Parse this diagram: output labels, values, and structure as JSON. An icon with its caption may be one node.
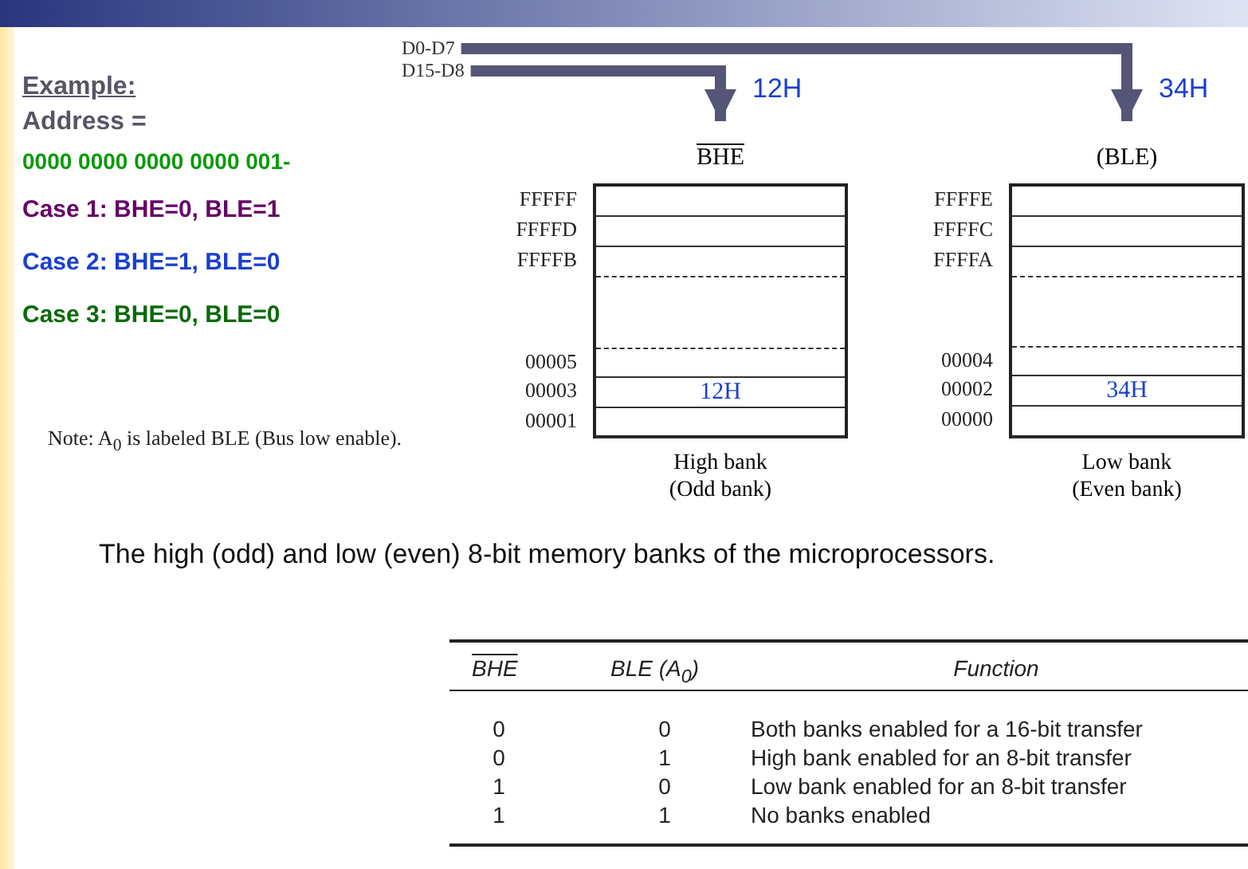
{
  "diagram": {
    "nodes": [
      {
        "text": [
          "D0-D7"
        ]
      },
      {
        "text": [
          "D15-D8"
        ]
      },
      {
        "text": [
          "BHE"
        ],
        "beside": [
          "High bank (Odd bank)"
        ]
      },
      {
        "text": [],
        "shape": "box",
        "in": 2,
        "beside": [
          "FFFFF"
        ]
      },
      {
        "text": [],
        "shape": "box",
        "in": 2,
        "beside": [
          "FFFFD"
        ]
      },
      {
        "text": [],
        "shape": "box",
        "in": 2,
        "beside": [
          "FFFFB"
        ]
      },
      {
        "text": [],
        "shape": "box",
        "in": 2,
        "beside": [
          "00005"
        ]
      },
      {
        "text": [
          "12H"
        ],
        "in": 2,
        "beside": [
          "00003"
        ]
      },
      {
        "text": [],
        "shape": "box",
        "in": 2,
        "beside": [
          "00001"
        ]
      },
      {
        "text": [
          "(BLE)"
        ],
        "beside": [
          "Low bank (Even bank)"
        ]
      },
      {
        "text": [],
        "shape": "box",
        "in": 9,
        "beside": [
          "FFFFE"
        ]
      },
      {
        "text": [],
        "shape": "box",
        "in": 9,
        "beside": [
          "FFFFC"
        ]
      },
      {
        "text": [],
        "shape": "box",
        "in": 9,
        "beside": [
          "FFFFA"
        ]
      },
      {
        "text": [],
        "shape": "box",
        "in": 9,
        "beside": [
          "00004"
        ]
      },
      {
        "text": [
          "34H"
        ],
        "in": 9,
        "beside": [
          "00002"
        ]
      },
      {
        "text": [],
        "shape": "box",
        "in": 9,
        "beside": [
          "00000"
        ]
      }
    ],
    "edges": [
      {
        "from": 1,
        "to": 2,
        "arrow": "to",
        "label": "12H"
      },
      {
        "from": 0,
        "to": 9,
        "arrow": "to",
        "label": "34H"
      }
    ],
    "labels": [
      "Example:",
      "Address =",
      "0000 0000 0000 0000 001-",
      "Case 1: BHE=0, BLE=1",
      "Case 2: BHE=1, BLE=0",
      "Case 3: BHE=0, BLE=0",
      "Note: A$_{0}$ is labeled BLE (Bus low enable).",
      "The high (odd) and low (even) 8-bit memory banks of the microprocessors.",
      "BHE",
      "BLE (A$_{0}$)",
      "Function",
      "0",
      "0",
      "Both banks enabled for a 16-bit transfer",
      "0",
      "1",
      "High bank enabled for an 8-bit transfer",
      "1",
      "0",
      "Low bank enabled for an 8-bit transfer",
      "1",
      "1",
      "No banks enabled"
    ]
  }
}
